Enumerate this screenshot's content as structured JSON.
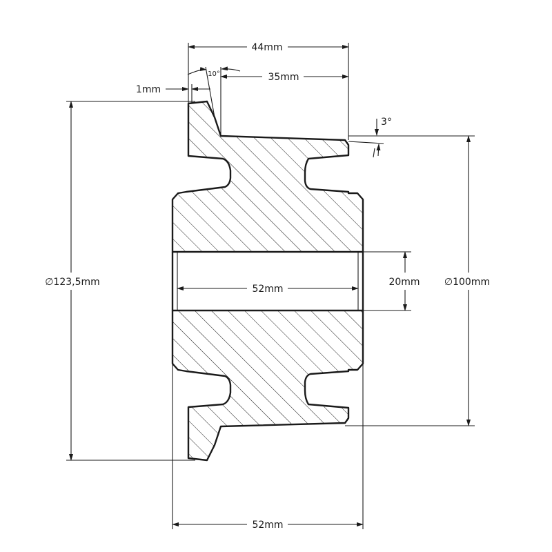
{
  "dimensions": {
    "overall_width_top": "44mm",
    "flange_offset": "35mm",
    "flange_thickness": "1mm",
    "flange_angle": "10°",
    "taper_angle": "3°",
    "outer_diameter": "∅123,5mm",
    "tread_diameter": "∅100mm",
    "bore_diameter": "20mm",
    "bore_length": "52mm",
    "overall_width_bottom": "52mm"
  },
  "colors": {
    "line": "#1a1a1a",
    "background": "#ffffff"
  }
}
